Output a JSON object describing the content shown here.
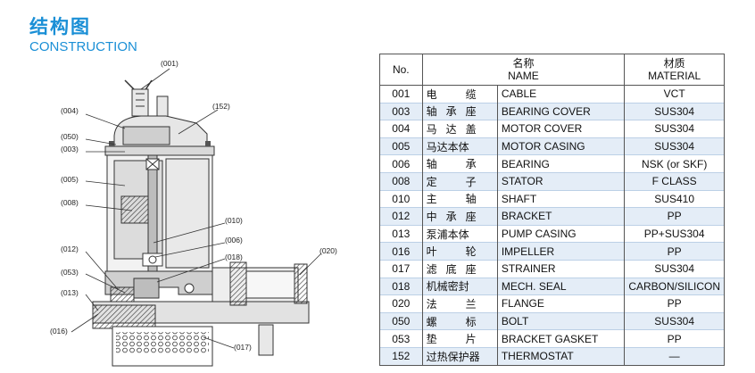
{
  "heading": {
    "cn": "结构图",
    "en": "CONSTRUCTION"
  },
  "callouts": [
    "(001)",
    "(004)",
    "(152)",
    "(050)",
    "(003)",
    "(005)",
    "(008)",
    "(010)",
    "(006)",
    "(018)",
    "(012)",
    "(053)",
    "(013)",
    "(016)",
    "(017)",
    "(020)"
  ],
  "table": {
    "headers": {
      "no": "No.",
      "name_cn": "名称",
      "name_en": "NAME",
      "material_cn": "材质",
      "material_en": "MATERIAL"
    },
    "rows": [
      {
        "no": "001",
        "cn": "电缆",
        "en": "CABLE",
        "mat": "VCT"
      },
      {
        "no": "003",
        "cn": "轴承座",
        "en": "BEARING COVER",
        "mat": "SUS304"
      },
      {
        "no": "004",
        "cn": "马达盖",
        "en": "MOTOR COVER",
        "mat": "SUS304"
      },
      {
        "no": "005",
        "cn": "马达本体",
        "en": "MOTOR CASING",
        "mat": "SUS304"
      },
      {
        "no": "006",
        "cn": "轴承",
        "en": "BEARING",
        "mat": "NSK (or SKF)"
      },
      {
        "no": "008",
        "cn": "定子",
        "en": "STATOR",
        "mat": "F CLASS"
      },
      {
        "no": "010",
        "cn": "主轴",
        "en": "SHAFT",
        "mat": "SUS410"
      },
      {
        "no": "012",
        "cn": "中承座",
        "en": "BRACKET",
        "mat": "PP"
      },
      {
        "no": "013",
        "cn": "泵浦本体",
        "en": "PUMP CASING",
        "mat": "PP+SUS304"
      },
      {
        "no": "016",
        "cn": "叶轮",
        "en": "IMPELLER",
        "mat": "PP"
      },
      {
        "no": "017",
        "cn": "滤底座",
        "en": "STRAINER",
        "mat": "SUS304"
      },
      {
        "no": "018",
        "cn": "机械密封",
        "en": "MECH. SEAL",
        "mat": "CARBON/SILICON"
      },
      {
        "no": "020",
        "cn": "法兰",
        "en": "FLANGE",
        "mat": "PP"
      },
      {
        "no": "050",
        "cn": "螺标",
        "en": "BOLT",
        "mat": "SUS304"
      },
      {
        "no": "053",
        "cn": "垫片",
        "en": "BRACKET GASKET",
        "mat": "PP"
      },
      {
        "no": "152",
        "cn": "过热保护器",
        "en": "THERMOSTAT",
        "mat": "—"
      }
    ]
  }
}
